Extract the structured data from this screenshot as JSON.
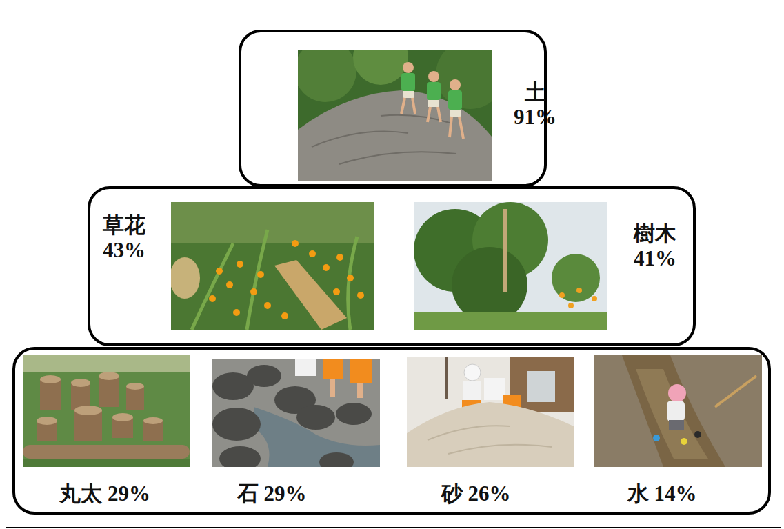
{
  "diagram": {
    "nodes": [
      {
        "text": [
          "土 91%"
        ]
      },
      {
        "text": [
          "草花 43%",
          "樹木 41%"
        ]
      },
      {
        "text": [
          "丸太 29%",
          "石 29%",
          "砂 26%",
          "水 14%"
        ]
      }
    ]
  }
}
